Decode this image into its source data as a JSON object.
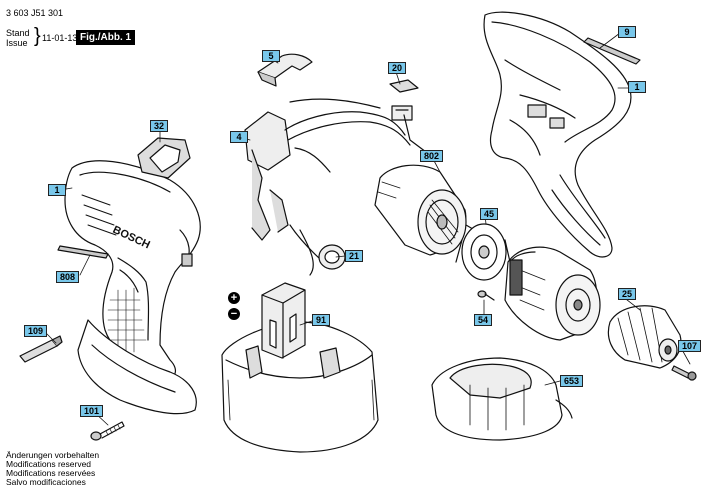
{
  "header": {
    "code": "3 603 J51 301",
    "stand_label": "Stand",
    "issue_label": "Issue",
    "date": "11-01-13",
    "figure": "Fig./Abb. 1"
  },
  "callouts": [
    {
      "id": "c-9",
      "label": "9"
    },
    {
      "id": "c-1r",
      "label": "1"
    },
    {
      "id": "c-5",
      "label": "5"
    },
    {
      "id": "c-20",
      "label": "20"
    },
    {
      "id": "c-32",
      "label": "32"
    },
    {
      "id": "c-4",
      "label": "4"
    },
    {
      "id": "c-802",
      "label": "802"
    },
    {
      "id": "c-1l",
      "label": "1"
    },
    {
      "id": "c-45",
      "label": "45"
    },
    {
      "id": "c-21",
      "label": "21"
    },
    {
      "id": "c-808",
      "label": "808"
    },
    {
      "id": "c-25",
      "label": "25"
    },
    {
      "id": "c-91",
      "label": "91"
    },
    {
      "id": "c-54",
      "label": "54"
    },
    {
      "id": "c-109",
      "label": "109"
    },
    {
      "id": "c-107",
      "label": "107"
    },
    {
      "id": "c-653",
      "label": "653"
    },
    {
      "id": "c-101",
      "label": "101"
    }
  ],
  "symbols": {
    "plus": "+",
    "minus": "−"
  },
  "brand_text": "BOSCH",
  "footer": [
    "Änderungen vorbehalten",
    "Modifications reserved",
    "Modifications reservées",
    "Salvo modificaciones"
  ]
}
